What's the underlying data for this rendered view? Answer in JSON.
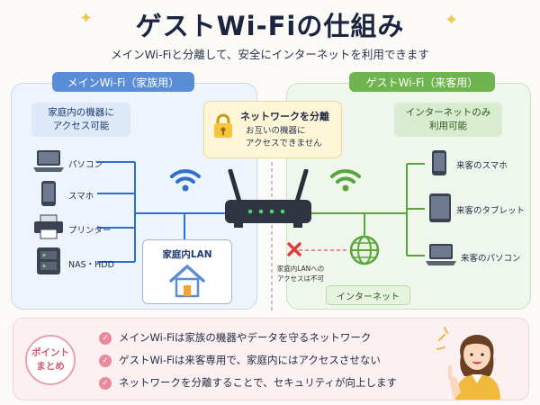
{
  "title": "ゲストWi-Fiの仕組み",
  "subtitle": "メインWi-Fiと分離して、安全にインターネットを利用できます",
  "main_network": {
    "tab_label": "メインWi-Fi（家族用）",
    "description_line1": "家庭内の機器に",
    "description_line2": "アクセス可能",
    "devices": [
      "パソコン",
      "スマホ",
      "プリンター",
      "NAS・HDD"
    ],
    "lan_label": "家庭内LAN"
  },
  "separation": {
    "title": "ネットワークを分離",
    "line1": "お互いの機器に",
    "line2": "アクセスできません"
  },
  "guest_network": {
    "tab_label": "ゲストWi-Fi（来客用）",
    "description_line1": "インターネットのみ",
    "description_line2": "利用可能",
    "devices": [
      "来客のスマホ",
      "来客のタブレット",
      "来客のパソコン"
    ],
    "no_access_line1": "家庭内LANへの",
    "no_access_line2": "アクセスは不可",
    "internet_label": "インターネット"
  },
  "points": {
    "badge_line1": "ポイント",
    "badge_line2": "まとめ",
    "items": [
      "メインWi-Fiは家族の機器やデータを守るネットワーク",
      "ゲストWi-Fiは来客専用で、家庭内にはアクセスさせない",
      "ネットワークを分離することで、セキュリティが向上します"
    ]
  },
  "colors": {
    "main_accent": "#5b8dd6",
    "guest_accent": "#6fb54f",
    "warning": "#f0c23a",
    "point_accent": "#e88a9b"
  }
}
